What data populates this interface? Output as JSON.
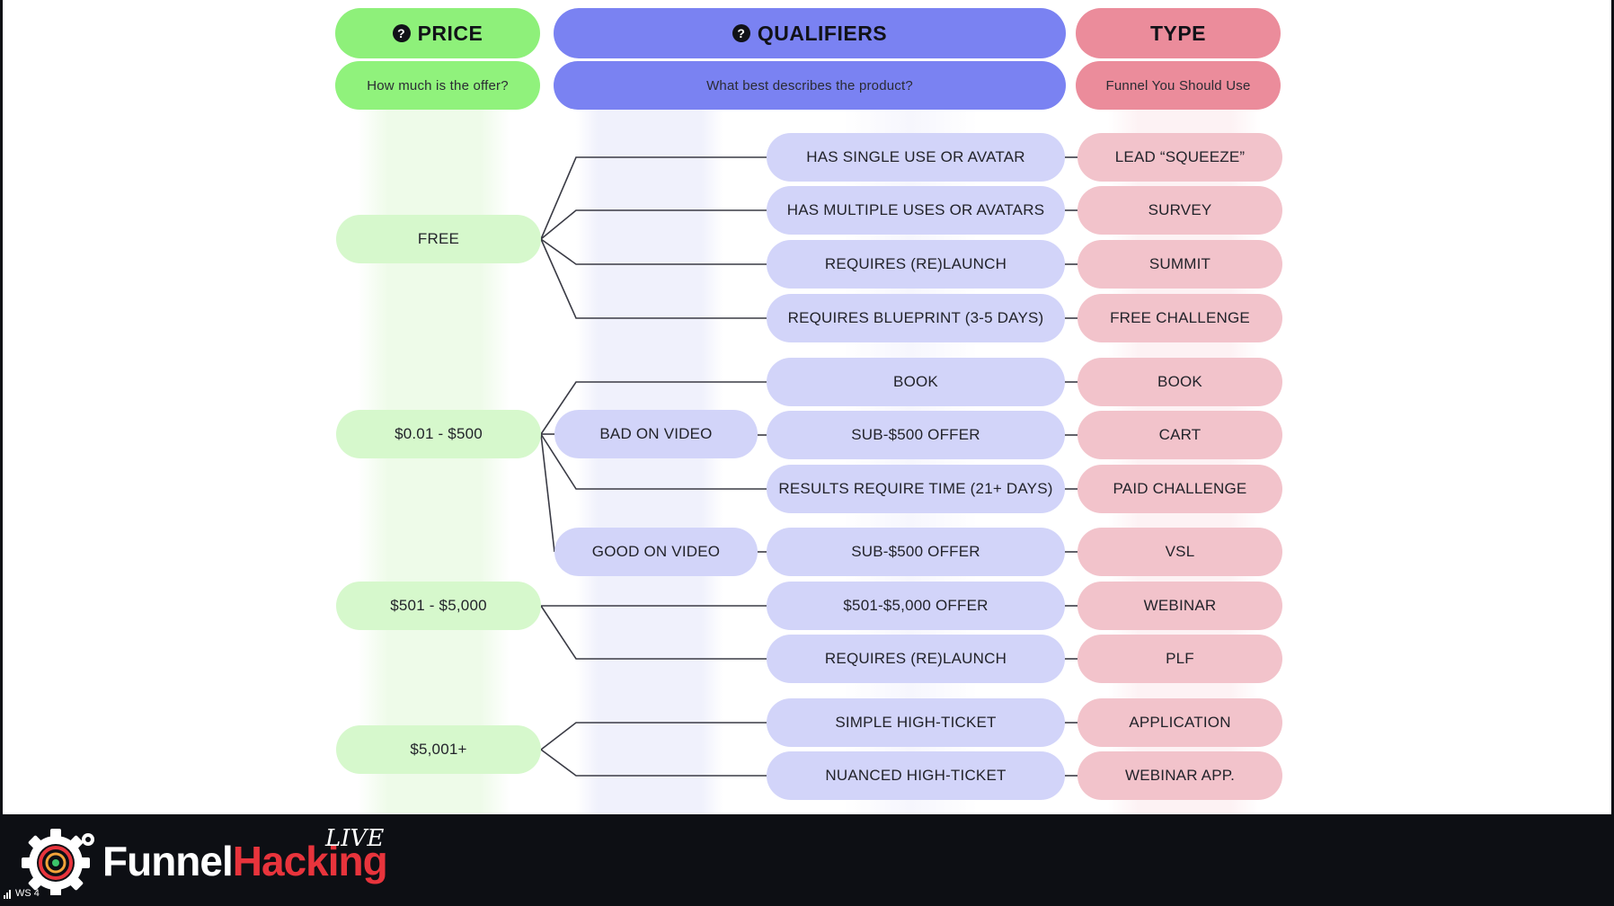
{
  "headers": {
    "price": {
      "title": "PRICE",
      "subtitle": "How much is the offer?"
    },
    "qualifiers": {
      "title": "QUALIFIERS",
      "subtitle": "What best describes the product?"
    },
    "type": {
      "title": "TYPE",
      "subtitle": "Funnel You Should Use"
    }
  },
  "prices": [
    "FREE",
    "$0.01 - $500",
    "$501 - $5,000",
    "$5,001+"
  ],
  "video_qualifiers": [
    "BAD ON VIDEO",
    "GOOD ON VIDEO"
  ],
  "rows": [
    {
      "qualifier": "HAS SINGLE USE OR AVATAR",
      "type": "LEAD “SQUEEZE”"
    },
    {
      "qualifier": "HAS MULTIPLE USES OR AVATARS",
      "type": "SURVEY"
    },
    {
      "qualifier": "REQUIRES (RE)LAUNCH",
      "type": "SUMMIT"
    },
    {
      "qualifier": "REQUIRES BLUEPRINT (3-5 DAYS)",
      "type": "FREE CHALLENGE"
    },
    {
      "qualifier": "BOOK",
      "type": "BOOK"
    },
    {
      "qualifier": "SUB-$500 OFFER",
      "type": "CART"
    },
    {
      "qualifier": "RESULTS REQUIRE TIME (21+ DAYS)",
      "type": "PAID CHALLENGE"
    },
    {
      "qualifier": "SUB-$500 OFFER",
      "type": "VSL"
    },
    {
      "qualifier": "$501-$5,000 OFFER",
      "type": "WEBINAR"
    },
    {
      "qualifier": "REQUIRES (RE)LAUNCH",
      "type": "PLF"
    },
    {
      "qualifier": "SIMPLE HIGH-TICKET",
      "type": "APPLICATION"
    },
    {
      "qualifier": "NUANCED HIGH-TICKET",
      "type": "WEBINAR APP."
    }
  ],
  "footer": {
    "logo_part1": "Funnel",
    "logo_part2": "Hacking",
    "live_label": "LIVE",
    "ws_label": "WS 4",
    "icons": [
      "gear-logo-icon",
      "signal-bars-icon"
    ]
  },
  "colors": {
    "green": "#8ef07a",
    "green_light": "#d6f8cc",
    "blue": "#7a82f2",
    "blue_light": "#d2d4f9",
    "pink": "#eb8c9b",
    "pink_light": "#f2c3cb",
    "logo_accent": "#e8343c"
  }
}
